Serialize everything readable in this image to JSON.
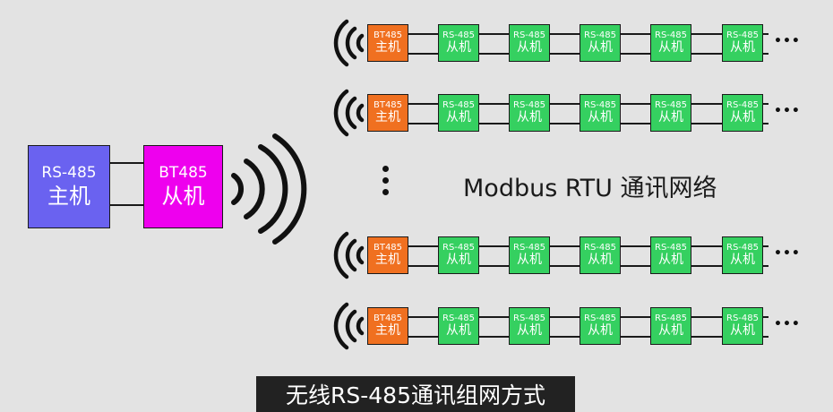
{
  "host": {
    "line1": "RS-485",
    "line2": "主机"
  },
  "bt_slave": {
    "line1": "BT485",
    "line2": "从机"
  },
  "network_label": "Modbus RTU 通讯网络",
  "chain_master": {
    "line1": "BT485",
    "line2": "主机"
  },
  "chain_slave": {
    "line1": "RS-485",
    "line2": "从机"
  },
  "ellipsis": "•••",
  "caption": "无线RS-485通讯组网方式",
  "colors": {
    "host": "#6a62f0",
    "bt_slave": "#ee00ee",
    "chain_master": "#f07020",
    "chain_slave": "#35d060"
  }
}
